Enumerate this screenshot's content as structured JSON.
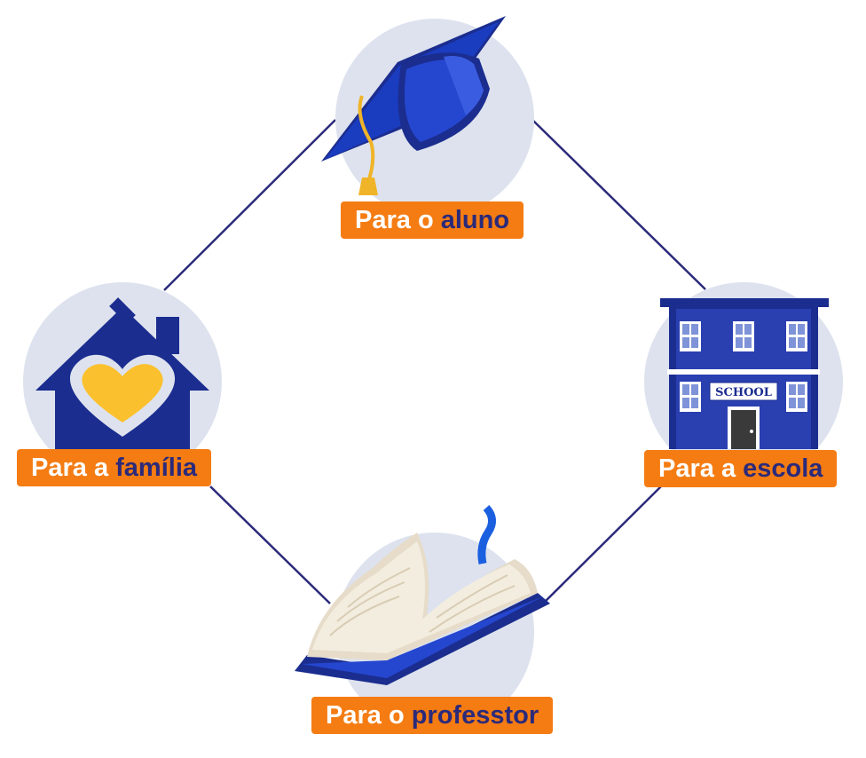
{
  "nodes": {
    "aluno": {
      "prefix": "Para o ",
      "highlight": "aluno",
      "icon": "graduation-cap-icon"
    },
    "familia": {
      "prefix": "Para a ",
      "highlight": "família",
      "icon": "house-heart-icon"
    },
    "escola": {
      "prefix": "Para a ",
      "highlight": "escola",
      "icon": "school-building-icon"
    },
    "professor": {
      "prefix": "Para o ",
      "highlight": "professtor",
      "icon": "open-book-icon"
    }
  },
  "school_sign": "SCHOOL",
  "colors": {
    "label_bg": "#f47c13",
    "label_text": "#ffffff",
    "accent_text": "#2b2a7a",
    "circle": "#dde2ee",
    "line": "#2b2a7a",
    "blue": "#1a3cbf",
    "navy": "#1b2d8f",
    "heart": "#fbc02d"
  }
}
